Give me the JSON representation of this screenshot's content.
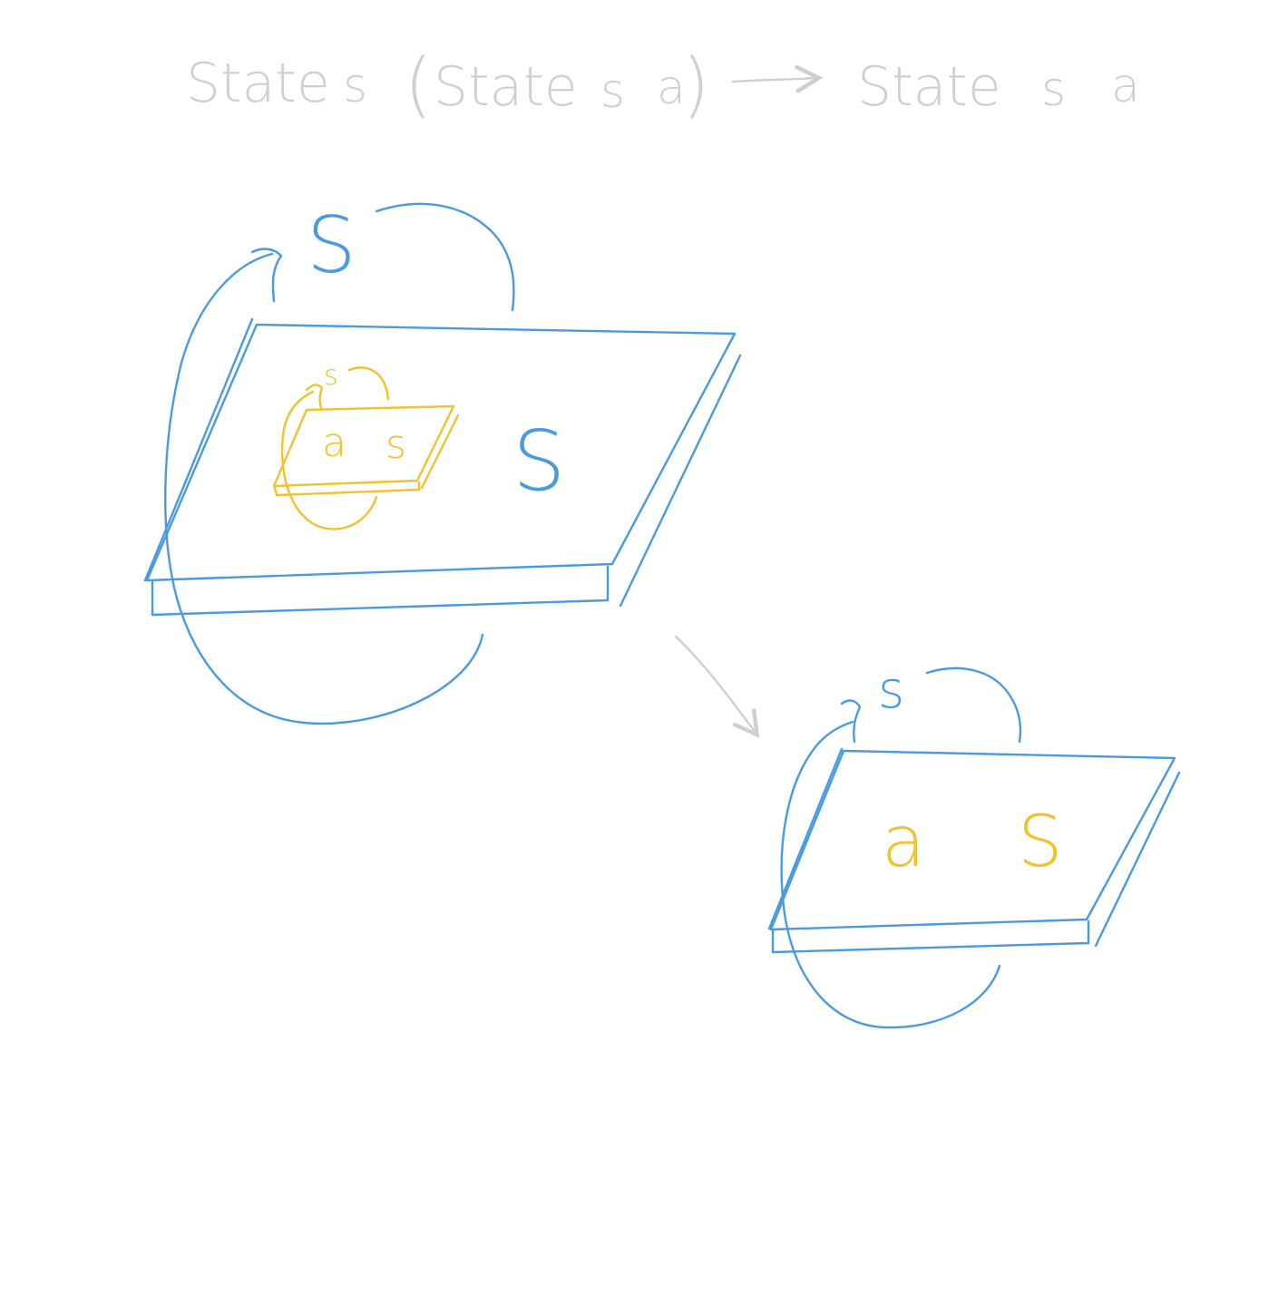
{
  "colors": {
    "background": "#ffffff",
    "outer": "#4a9ae0",
    "inner": "#f2c12e",
    "annotation": "#cfcfcf"
  },
  "title": {
    "lhs_outer": "State",
    "lhs_outer_s": "s",
    "lhs_open_paren": "(",
    "lhs_inner": "State",
    "lhs_inner_s": "s",
    "lhs_inner_a": "a",
    "lhs_close_paren": ")",
    "rhs": "State",
    "rhs_s": "s",
    "rhs_a": "a"
  },
  "big_box": {
    "loop_label": "S",
    "content_label": "S",
    "inner_box": {
      "loop_label": "s",
      "value_label": "a",
      "state_label": "s"
    }
  },
  "small_box": {
    "loop_label": "s",
    "value_label": "a",
    "state_label": "S"
  }
}
